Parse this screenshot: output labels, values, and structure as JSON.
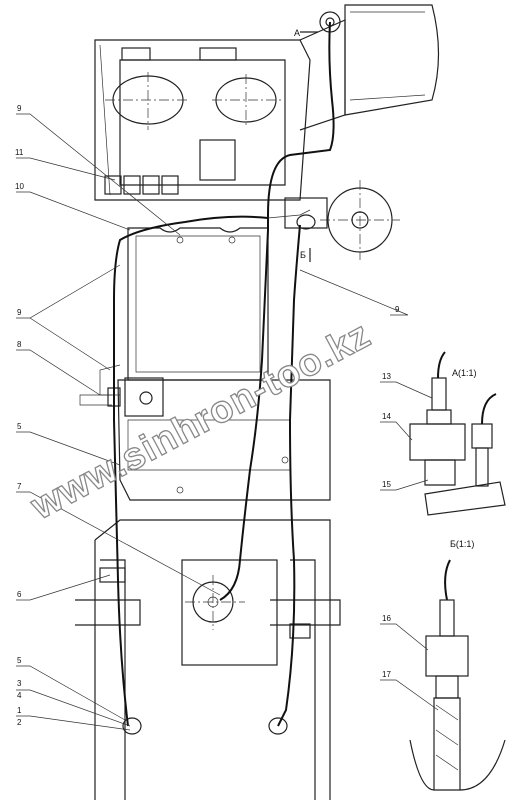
{
  "watermark": "www.sinhron-too.kz",
  "view_labels": {
    "arrow_a": "А",
    "arrow_b": "Б",
    "section_top": "А(1:1)",
    "section_bottom": "Б(1:1)"
  },
  "callouts": {
    "n9a": "9",
    "n11": "11",
    "n10": "10",
    "n9b": "9",
    "n9c": "9",
    "n8": "8",
    "n5a": "5",
    "n7": "7",
    "n6": "6",
    "n5b": "5",
    "n3": "3",
    "n4": "4",
    "n1": "1",
    "n2": "2",
    "n13": "13",
    "n14": "14",
    "n15": "15",
    "n16": "16",
    "n17": "17"
  }
}
